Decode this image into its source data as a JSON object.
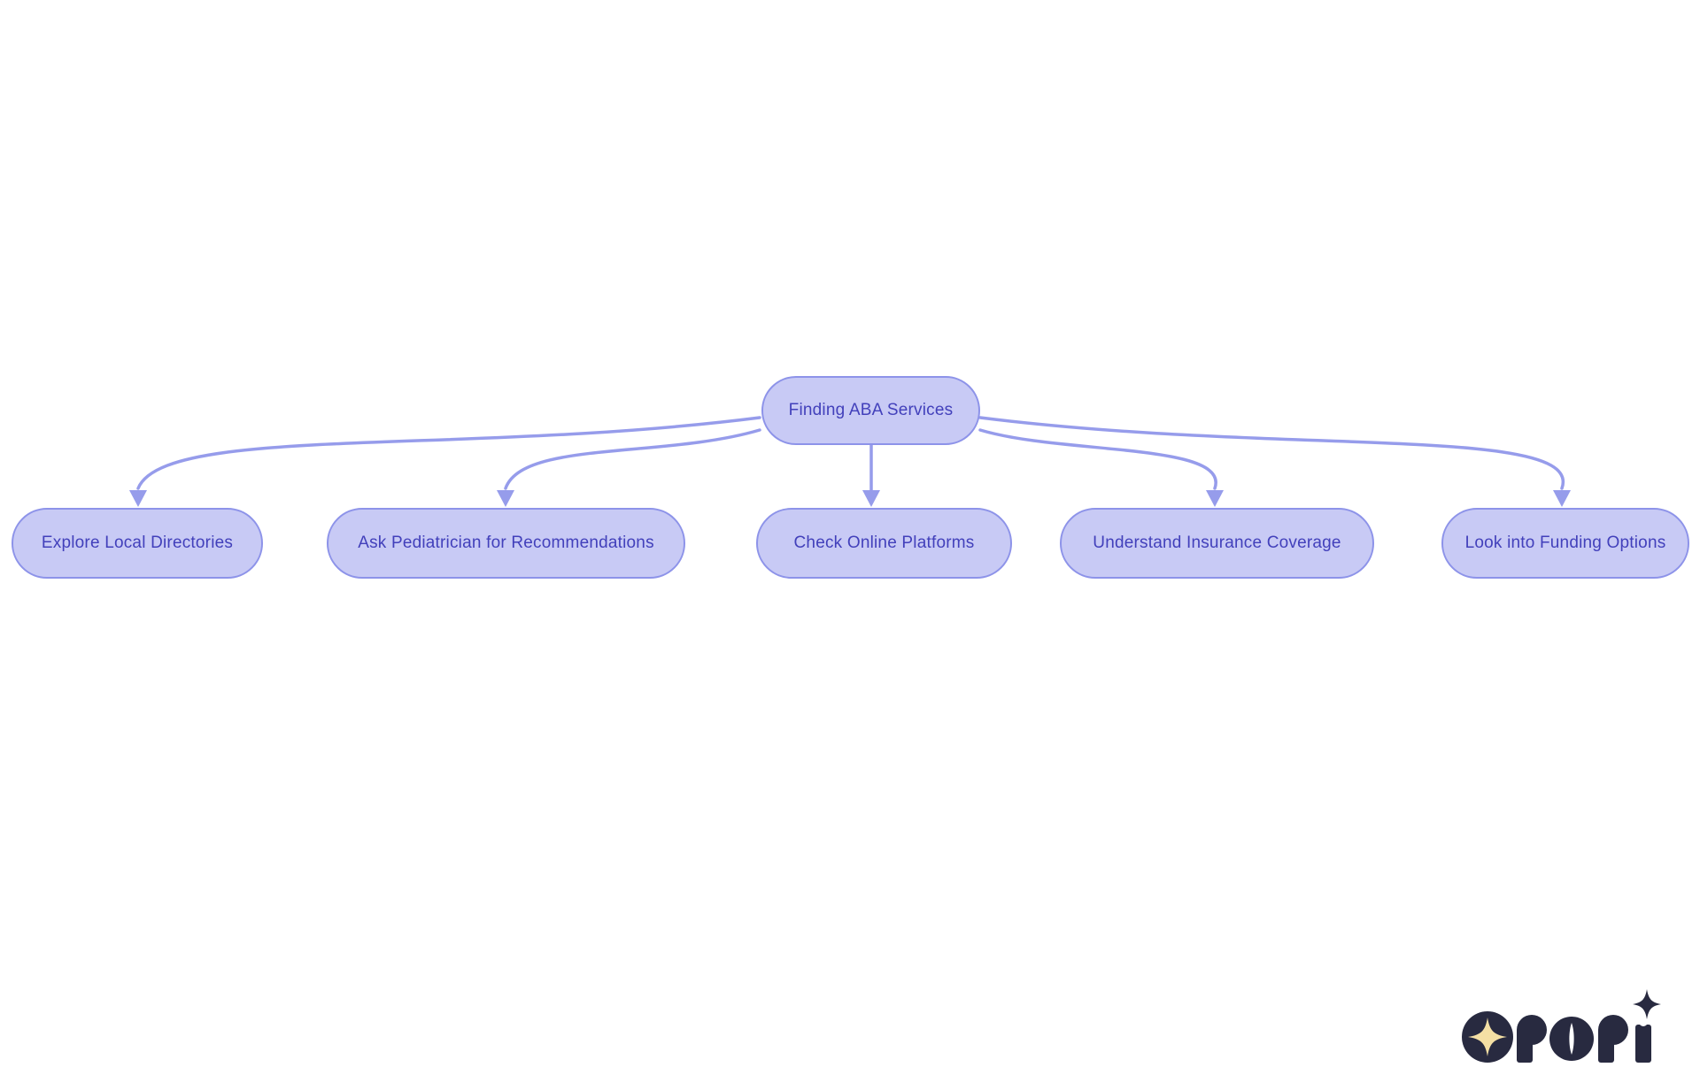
{
  "diagram": {
    "type": "flowchart",
    "direction": "top-down",
    "root": {
      "label": "Finding ABA Services"
    },
    "children": [
      {
        "label": "Explore Local Directories"
      },
      {
        "label": "Ask Pediatrician for Recommendations"
      },
      {
        "label": "Check Online Platforms"
      },
      {
        "label": "Understand Insurance Coverage"
      },
      {
        "label": "Look into Funding Options"
      }
    ],
    "edges": [
      {
        "from": "Finding ABA Services",
        "to": "Explore Local Directories"
      },
      {
        "from": "Finding ABA Services",
        "to": "Ask Pediatrician for Recommendations"
      },
      {
        "from": "Finding ABA Services",
        "to": "Check Online Platforms"
      },
      {
        "from": "Finding ABA Services",
        "to": "Understand Insurance Coverage"
      },
      {
        "from": "Finding ABA Services",
        "to": "Look into Funding Options"
      }
    ],
    "colors": {
      "node_fill": "#c8caf5",
      "node_border": "#8d93e9",
      "node_text": "#4240bb",
      "edge_line": "#969ceb",
      "background": "#ffffff"
    }
  },
  "logo": {
    "brand_text": "rori",
    "icons": [
      "sparkle-badge-icon",
      "sparkle-icon"
    ],
    "colors": {
      "mark": "#282a40",
      "sparkle": "#f4dfa4"
    }
  }
}
